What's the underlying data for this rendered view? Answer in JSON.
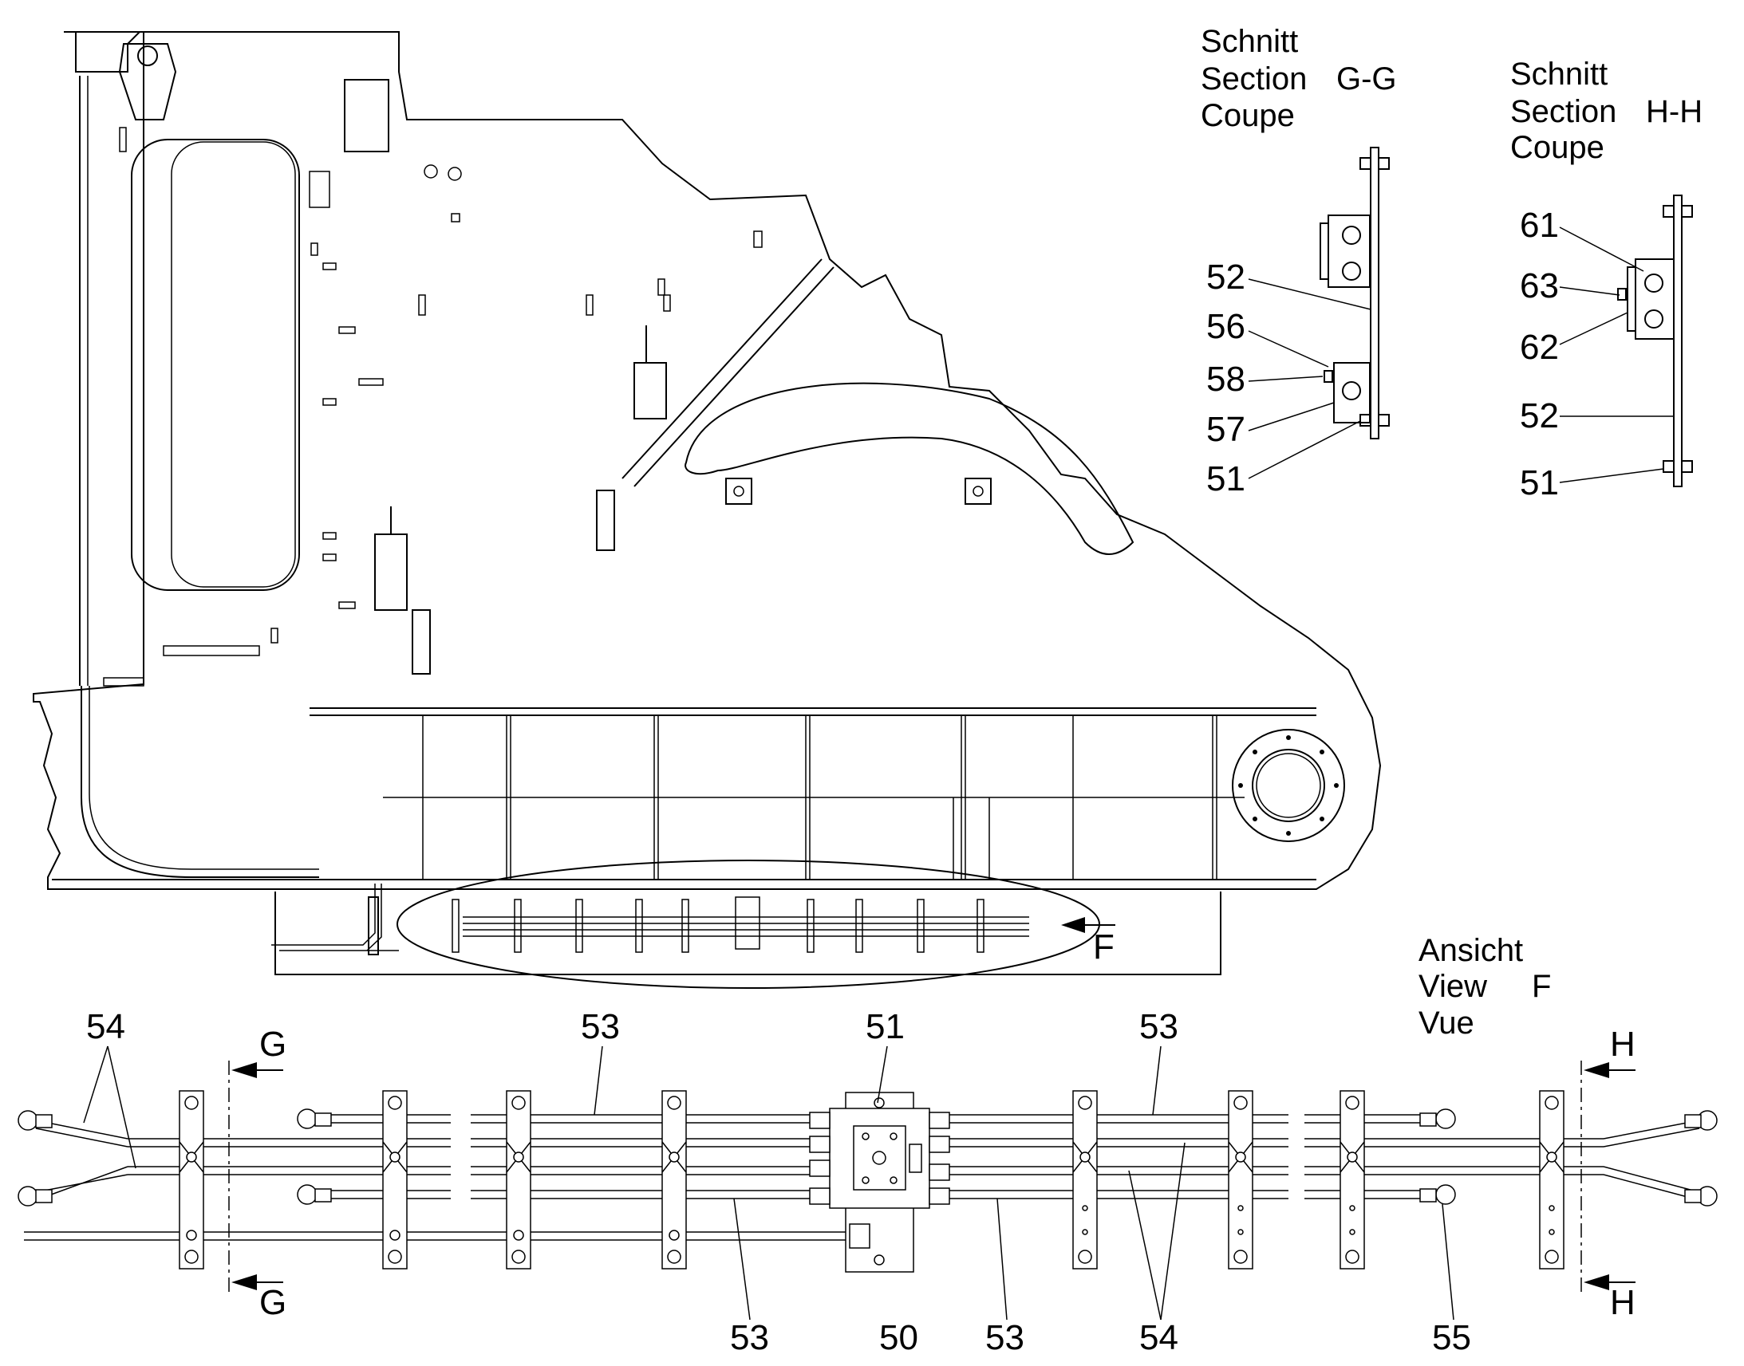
{
  "section_gg": {
    "line1": "Schnitt",
    "line2": "Section",
    "tag": "G-G",
    "line3": "Coupe"
  },
  "section_hh": {
    "line1": "Schnitt",
    "line2": "Section",
    "tag": "H-H",
    "line3": "Coupe"
  },
  "view_f": {
    "line1": "Ansicht",
    "line2": "View",
    "tag": "F",
    "line3": "Vue"
  },
  "view_arrow_label": "F",
  "cut_g_top": "G",
  "cut_g_bottom": "G",
  "cut_h_top": "H",
  "cut_h_bottom": "H",
  "callouts_gg": [
    "52",
    "56",
    "58",
    "57",
    "51"
  ],
  "callouts_hh": [
    "61",
    "63",
    "62",
    "52",
    "51"
  ],
  "callouts_view": {
    "c54_left": "54",
    "c53_top_left": "53",
    "c51_top": "51",
    "c53_top_right": "53",
    "c53_bottom_left": "53",
    "c50": "50",
    "c53_bottom_mid": "53",
    "c54_bottom": "54",
    "c55": "55"
  }
}
